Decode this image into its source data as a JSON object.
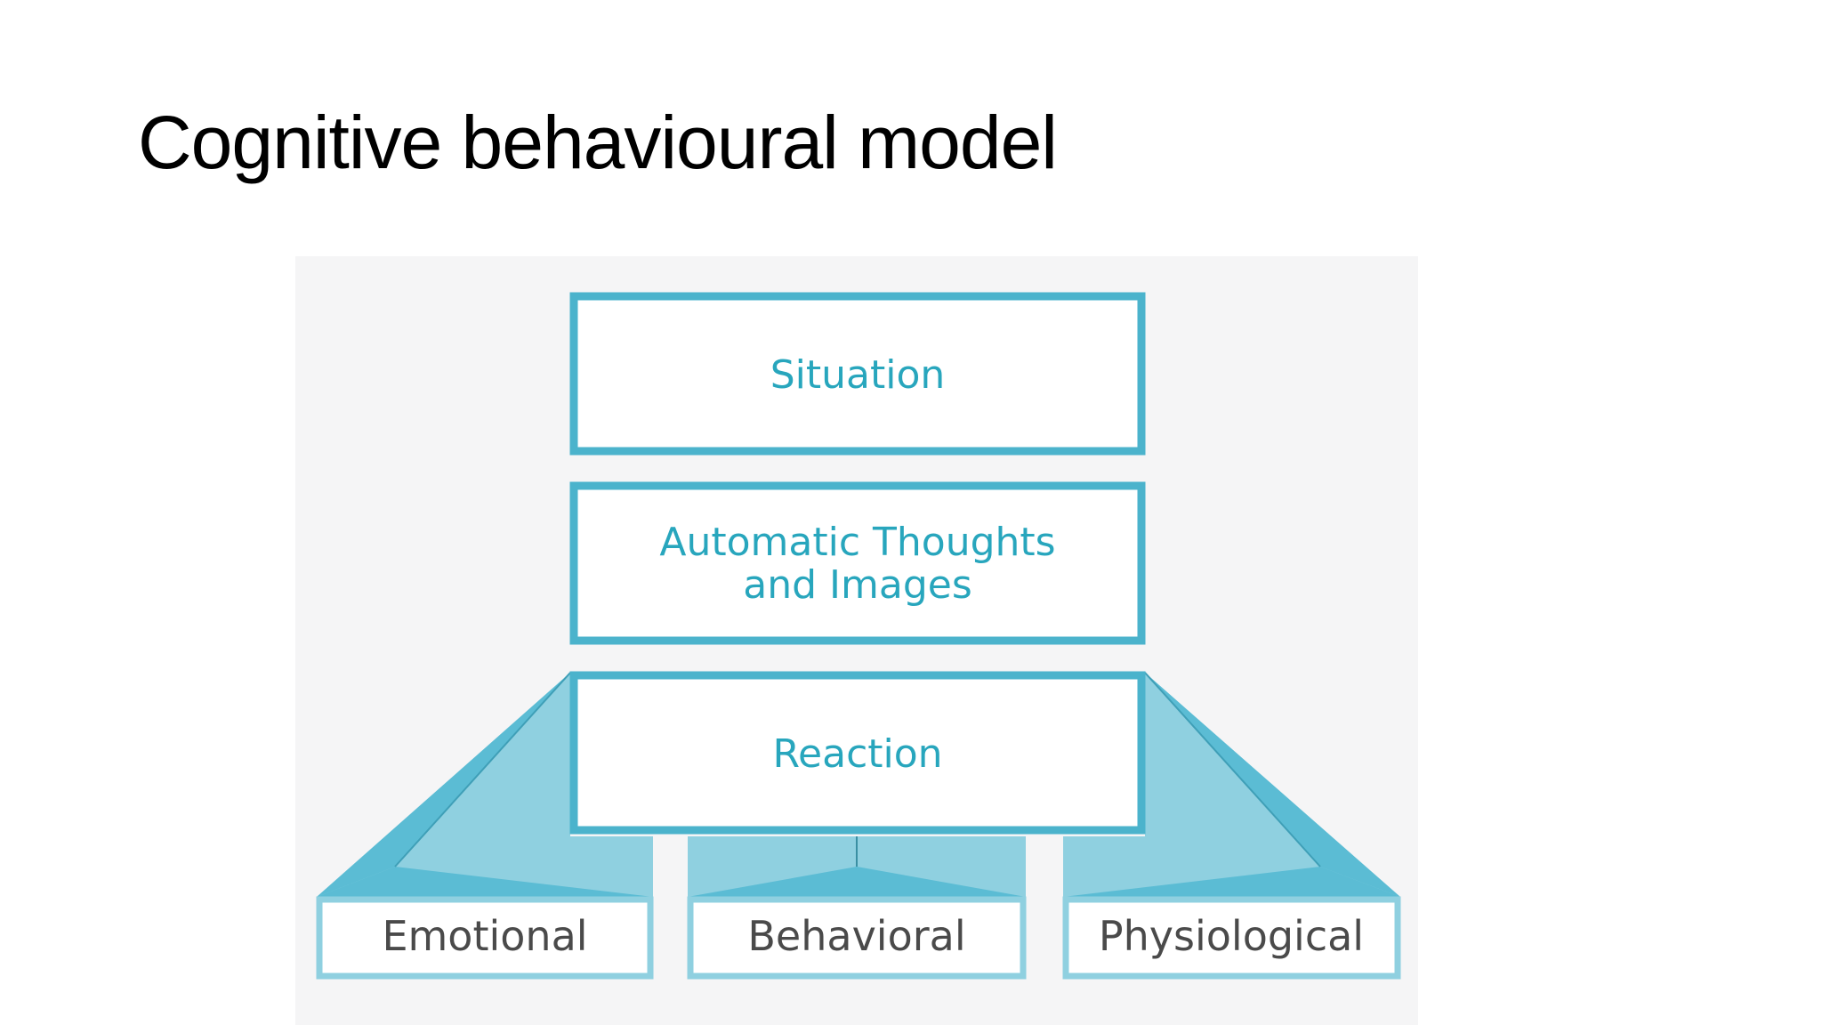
{
  "slide": {
    "title": "Cognitive behavioural model"
  },
  "diagram": {
    "boxes": {
      "situation": "Situation",
      "thoughts_line1": "Automatic Thoughts",
      "thoughts_line2": "and Images",
      "reaction": "Reaction"
    },
    "outcomes": {
      "emotional": "Emotional",
      "behavioral": "Behavioral",
      "physiological": "Physiological"
    },
    "colors": {
      "box_border": "#4bb3cc",
      "box_text": "#28a6bd",
      "connector_light": "#8fd0e0",
      "connector_dark": "#5bbcd4",
      "outcome_text": "#4a4a4a",
      "panel_bg": "#f5f5f6"
    }
  }
}
